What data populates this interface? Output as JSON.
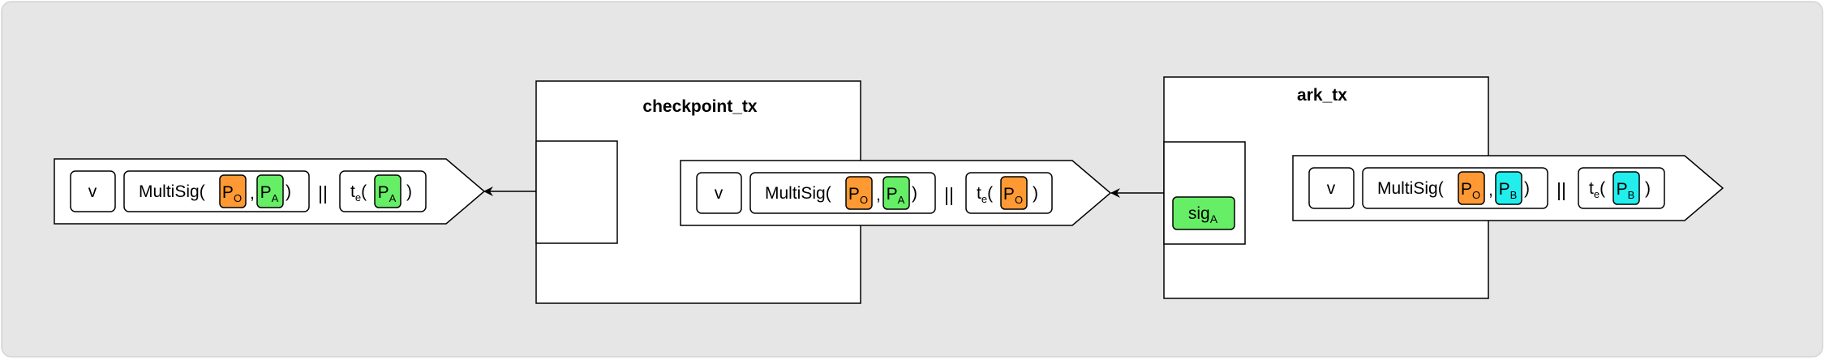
{
  "colors": {
    "background": "#e6e6e6",
    "box_fill": "#ffffff",
    "stroke": "#000000",
    "orange": "#ff9933",
    "green": "#66ee66",
    "cyan": "#22eeee"
  },
  "checkpoint_tx": {
    "title": "checkpoint_tx"
  },
  "ark_tx": {
    "title": "ark_tx",
    "input": {
      "label": "sig",
      "subscript": "A"
    }
  },
  "outputs": {
    "left": {
      "value": "v",
      "multisig": {
        "prefix": "MultiSig(",
        "key1": "P",
        "key1_sub": "O",
        "sep": ",",
        "key2": "P",
        "key2_sub": "A",
        "suffix": ")"
      },
      "or": "||",
      "timelock": {
        "prefix": "t",
        "prefix_sub": "e",
        "open": "(",
        "key": "P",
        "key_sub": "A",
        "close": ")"
      }
    },
    "middle": {
      "value": "v",
      "multisig": {
        "prefix": "MultiSig(",
        "key1": "P",
        "key1_sub": "O",
        "sep": ",",
        "key2": "P",
        "key2_sub": "A",
        "suffix": ")"
      },
      "or": "||",
      "timelock": {
        "prefix": "t",
        "prefix_sub": "e",
        "open": "(",
        "key": "P",
        "key_sub": "O",
        "close": ")"
      }
    },
    "right": {
      "value": "v",
      "multisig": {
        "prefix": "MultiSig(",
        "key1": "P",
        "key1_sub": "O",
        "sep": ",",
        "key2": "P",
        "key2_sub": "B",
        "suffix": ")"
      },
      "or": "||",
      "timelock": {
        "prefix": "t",
        "prefix_sub": "e",
        "open": "(",
        "key": "P",
        "key_sub": "B",
        "close": ")"
      }
    }
  }
}
